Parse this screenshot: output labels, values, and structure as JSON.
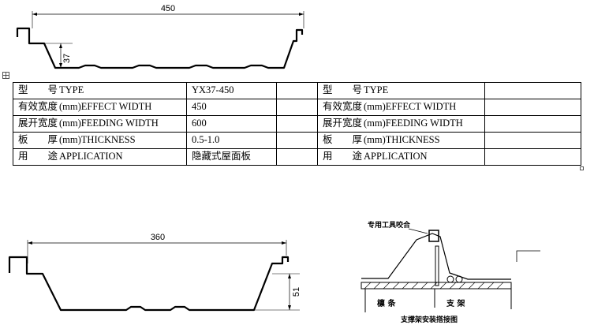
{
  "top_profile": {
    "width_dim": "450",
    "height_dim": "37"
  },
  "table": {
    "rows": [
      {
        "label_cjk": "型　　号",
        "label_en": "TYPE",
        "value": "YX37-450",
        "label2_cjk": "型　　号",
        "label2_en": "TYPE"
      },
      {
        "label_cjk": "有效宽度",
        "label_en": "(mm)EFFECT WIDTH",
        "value": "450",
        "label2_cjk": "有效宽度",
        "label2_en": "(mm)EFFECT WIDTH"
      },
      {
        "label_cjk": "展开宽度",
        "label_en": "(mm)FEEDING WIDTH",
        "value": "600",
        "label2_cjk": "展开宽度",
        "label2_en": "(mm)FEEDING WIDTH"
      },
      {
        "label_cjk": "板　　厚",
        "label_en": "(mm)THICKNESS",
        "value": "0.5-1.0",
        "label2_cjk": "板　　厚",
        "label2_en": "(mm)THICKNESS"
      },
      {
        "label_cjk": "用　　途",
        "label_en": "APPLICATION",
        "value": "隐藏式屋面板",
        "label2_cjk": "用　　途",
        "label2_en": "APPLICATION"
      }
    ]
  },
  "bottom_profile": {
    "width_dim": "360",
    "height_dim": "51"
  },
  "install_diagram": {
    "tool_label": "专用工具咬合",
    "purlin_label": "檩 条",
    "bracket_label": "支 架",
    "caption": "支撑架安装搭接图"
  }
}
